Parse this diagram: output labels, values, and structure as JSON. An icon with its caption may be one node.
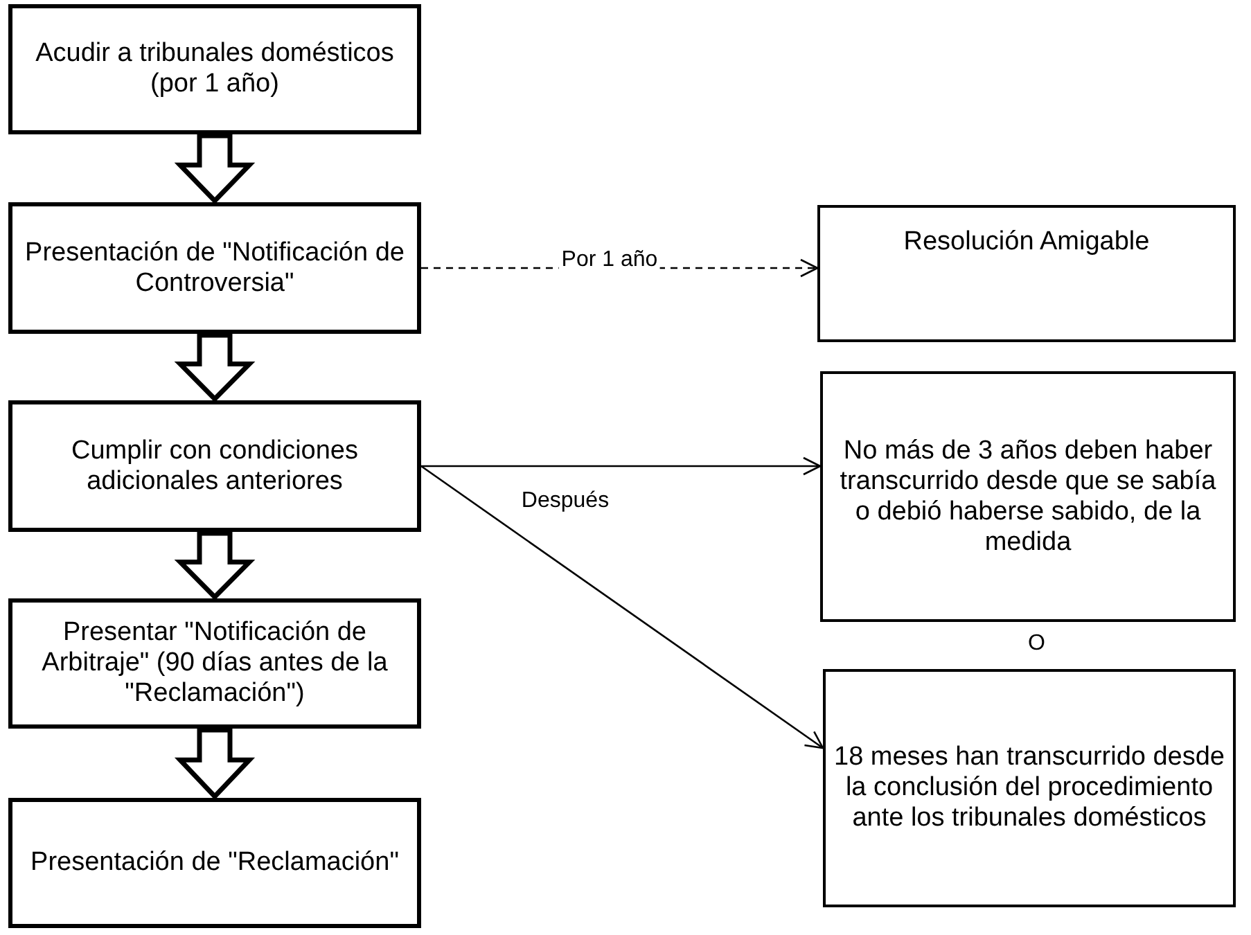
{
  "diagram": {
    "nodes": [
      {
        "text": [
          "Acudir a tribunales domésticos (por 1 año)"
        ]
      },
      {
        "text": [
          "Presentación de \"Notificación de Controversia\""
        ]
      },
      {
        "text": [
          "Cumplir con condiciones adicionales anteriores"
        ]
      },
      {
        "text": [
          "Presentar \"Notificación de Arbitraje\" (90 días antes de la \"Reclamación\")"
        ]
      },
      {
        "text": [
          "Presentación de \"Reclamación\""
        ]
      },
      {
        "text": [
          "Resolución Amigable"
        ]
      },
      {
        "text": [
          "No más de 3 años deben haber transcurrido desde que se sabía o debió haberse sabido, de la medida"
        ]
      },
      {
        "text": [
          "18 meses han transcurrido desde la conclusión del procedimiento ante los tribunales domésticos"
        ]
      }
    ],
    "edges": [
      {
        "from": 0,
        "to": 1,
        "arrow": "to",
        "style": "thick"
      },
      {
        "from": 1,
        "to": 2,
        "arrow": "to",
        "style": "thick"
      },
      {
        "from": 2,
        "to": 3,
        "arrow": "to",
        "style": "thick"
      },
      {
        "from": 3,
        "to": 4,
        "arrow": "to",
        "style": "thick"
      },
      {
        "from": 1,
        "to": 5,
        "arrow": "to",
        "style": "dashed",
        "label": "Por 1 año"
      },
      {
        "from": 2,
        "to": 6,
        "arrow": "to"
      },
      {
        "from": 2,
        "to": 7,
        "arrow": "to",
        "label": "Después"
      }
    ],
    "labels": [
      "O"
    ]
  }
}
